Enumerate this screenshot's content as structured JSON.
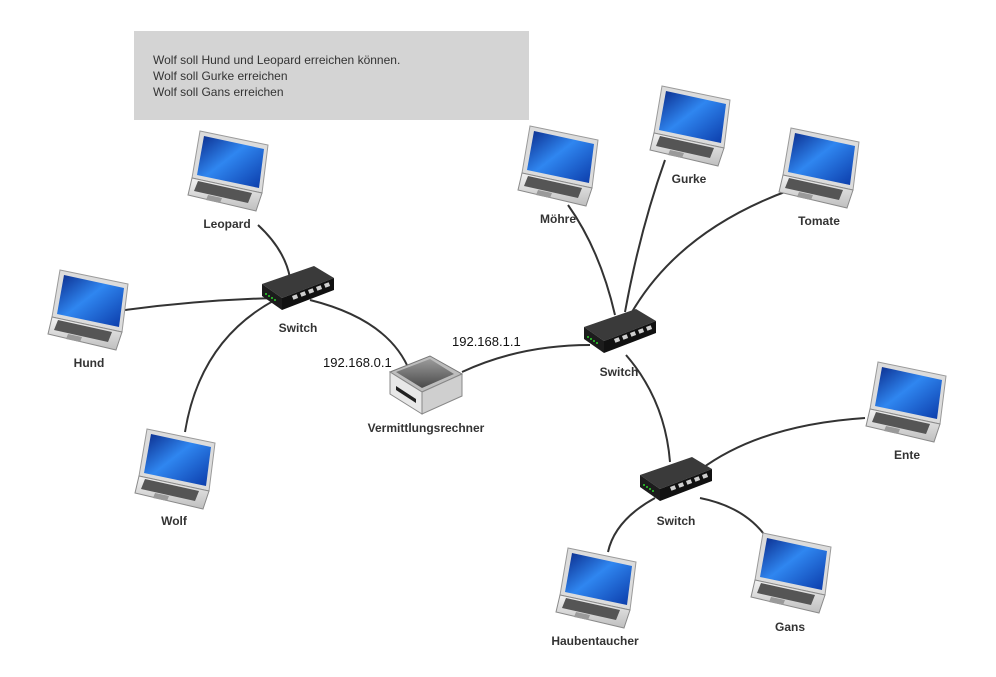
{
  "note": {
    "lines": [
      "Wolf soll Hund und Leopard erreichen können.",
      "Wolf soll Gurke erreichen",
      "Wolf soll Gans erreichen"
    ]
  },
  "router": {
    "label": "Vermittlungsrechner"
  },
  "ips": {
    "left": "192.168.0.1",
    "right": "192.168.1.1"
  },
  "switches": {
    "left": "Switch",
    "right_top": "Switch",
    "right_bottom": "Switch"
  },
  "hosts": {
    "leopard": "Leopard",
    "hund": "Hund",
    "wolf": "Wolf",
    "moehre": "Möhre",
    "gurke": "Gurke",
    "tomate": "Tomate",
    "ente": "Ente",
    "haubentaucher": "Haubentaucher",
    "gans": "Gans"
  },
  "colors": {
    "note_bg": "#d4d4d4",
    "link": "#333333",
    "screen": "#1e5fd6"
  }
}
